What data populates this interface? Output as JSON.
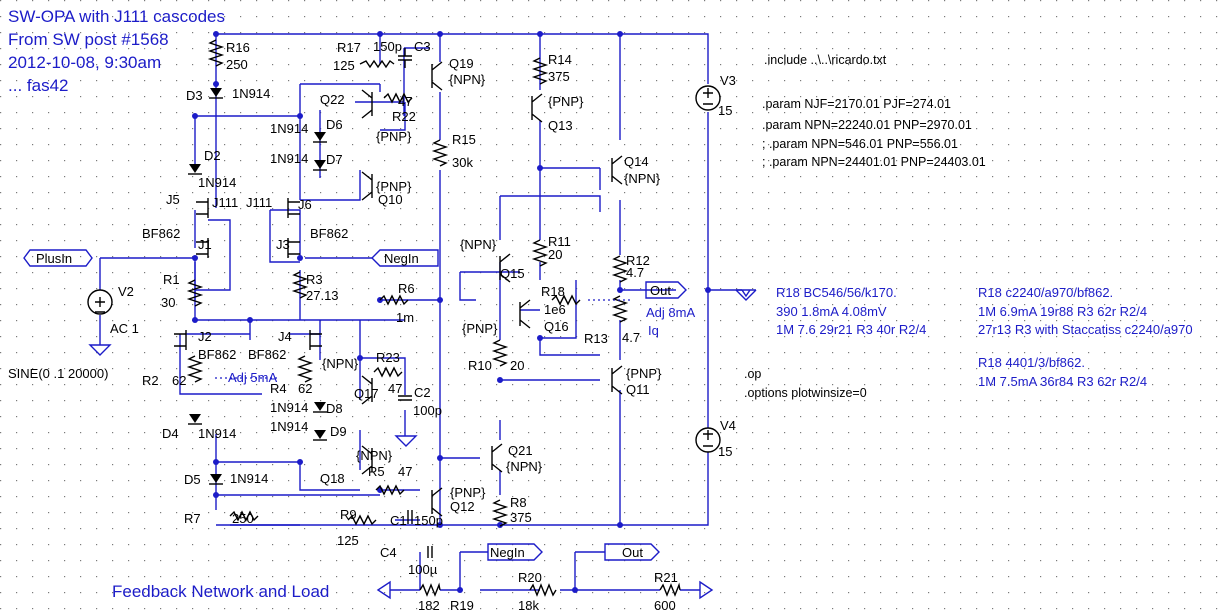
{
  "title_lines": [
    "SW-OPA with J111 cascodes",
    "From SW post #1568",
    "2012-10-08, 9:30am",
    "... fas42"
  ],
  "footer_label": "Feedback Network and Load",
  "directives": [
    ".include ..\\..\\ricardo.txt",
    ".param NJF=2170.01  PJF=274.01",
    ".param NPN=22240.01  PNP=2970.01",
    "; .param NPN=546.01  PNP=556.01",
    "; .param NPN=24401.01  PNP=24403.01",
    ".op",
    ".options plotwinsize=0"
  ],
  "comments": [
    "R18  BC546/56/k170.",
    "390  1.8mA 4.08mV",
    "1M  7.6  29r21 R3  40r R2/4",
    "R18  c2240/a970/bf862.",
    "1M   6.9mA 19r88 R3 62r R2/4",
    "27r13 R3 with Staccatiss c2240/a970",
    "R18  4401/3/bf862.",
    "1M   7.5mA 36r84 R3 62r R2/4"
  ],
  "notes": {
    "adj5": "Adj 5mA",
    "adj8": "Adj 8mA",
    "iq": "Iq"
  },
  "ports": {
    "plusin": "PlusIn",
    "negin": "NegIn",
    "out": "Out",
    "negin2": "NegIn",
    "out2": "Out"
  },
  "sources": {
    "v2_name": "V2",
    "v2_value": "AC 1",
    "v2_sine": "SINE(0 .1 20000)",
    "v3_name": "V3",
    "v3_value": "15",
    "v4_name": "V4",
    "v4_value": "15"
  },
  "labels": {
    "r16": "R16",
    "r16v": "250",
    "r17": "R17",
    "r17v": "125",
    "c3v": "150p",
    "c3": "C3",
    "q19": "Q19",
    "q19t": "{NPN}",
    "r14": "R14",
    "r14v": "375",
    "q13t": "{PNP}",
    "q13": "Q13",
    "d3": "D3",
    "d3t": "1N914",
    "q22": "Q22",
    "r22v": "47",
    "r22": "R22",
    "d6t": "1N914",
    "d6": "D6",
    "d7t": "1N914",
    "d7": "D7",
    "q22t": "{PNP}",
    "r15": "R15",
    "r15v": "30k",
    "q14": "Q14",
    "q14t": "{NPN}",
    "d2": "D2",
    "d2t": "1N914",
    "q10t": "{PNP}",
    "q10": "Q10",
    "j5": "J5",
    "j111a": "J111",
    "j111b": "J111",
    "j6": "J6",
    "bf862a": "BF862",
    "j1": "J1",
    "j3": "J3",
    "bf862b": "BF862",
    "q15t": "{NPN}",
    "q15": "Q15",
    "r11": "R11",
    "r11v": "20",
    "r12": "R12",
    "r12v": "4.7",
    "r1": "R1",
    "r1v": "30",
    "r3": "R3",
    "r3v": "27.13",
    "r6": "R6",
    "r6v": "1m",
    "r18": "R18",
    "r18v": "1e6",
    "q16t": "{PNP}",
    "q16": "Q16",
    "r13": "R13",
    "r13v": "4.7",
    "j2": "J2",
    "j4": "J4",
    "bf862c": "BF862",
    "bf862d": "BF862",
    "q17t": "{NPN}",
    "r23": "R23",
    "r23v": "47",
    "r2": "R2",
    "r2v": "62",
    "r4": "R4",
    "r4v": "62",
    "q17": "Q17",
    "c2": "C2",
    "c2v": "100p",
    "r10": "R10",
    "r10v": "20",
    "q11t": "{PNP}",
    "q11": "Q11",
    "d8t": "1N914",
    "d8": "D8",
    "d9t": "1N914",
    "d9": "D9",
    "d4": "D4",
    "d4t": "1N914",
    "q21": "Q21",
    "q21t": "{NPN}",
    "q18t": "{NPN}",
    "q18": "Q18",
    "r5": "R5",
    "r5v": "47",
    "d5": "D5",
    "d5t": "1N914",
    "q12t": "{PNP}",
    "q12": "Q12",
    "r8": "R8",
    "r8v": "375",
    "r7": "R7",
    "r7v": "250",
    "r9": "R9",
    "c1": "C1",
    "c1v": "150p",
    "r9v": "125",
    "c4": "C4",
    "c4v": "100µ",
    "r20": "R20",
    "r20v": "18k",
    "r21": "R21",
    "r21v": "600",
    "r19v": "182",
    "r19": "R19"
  }
}
